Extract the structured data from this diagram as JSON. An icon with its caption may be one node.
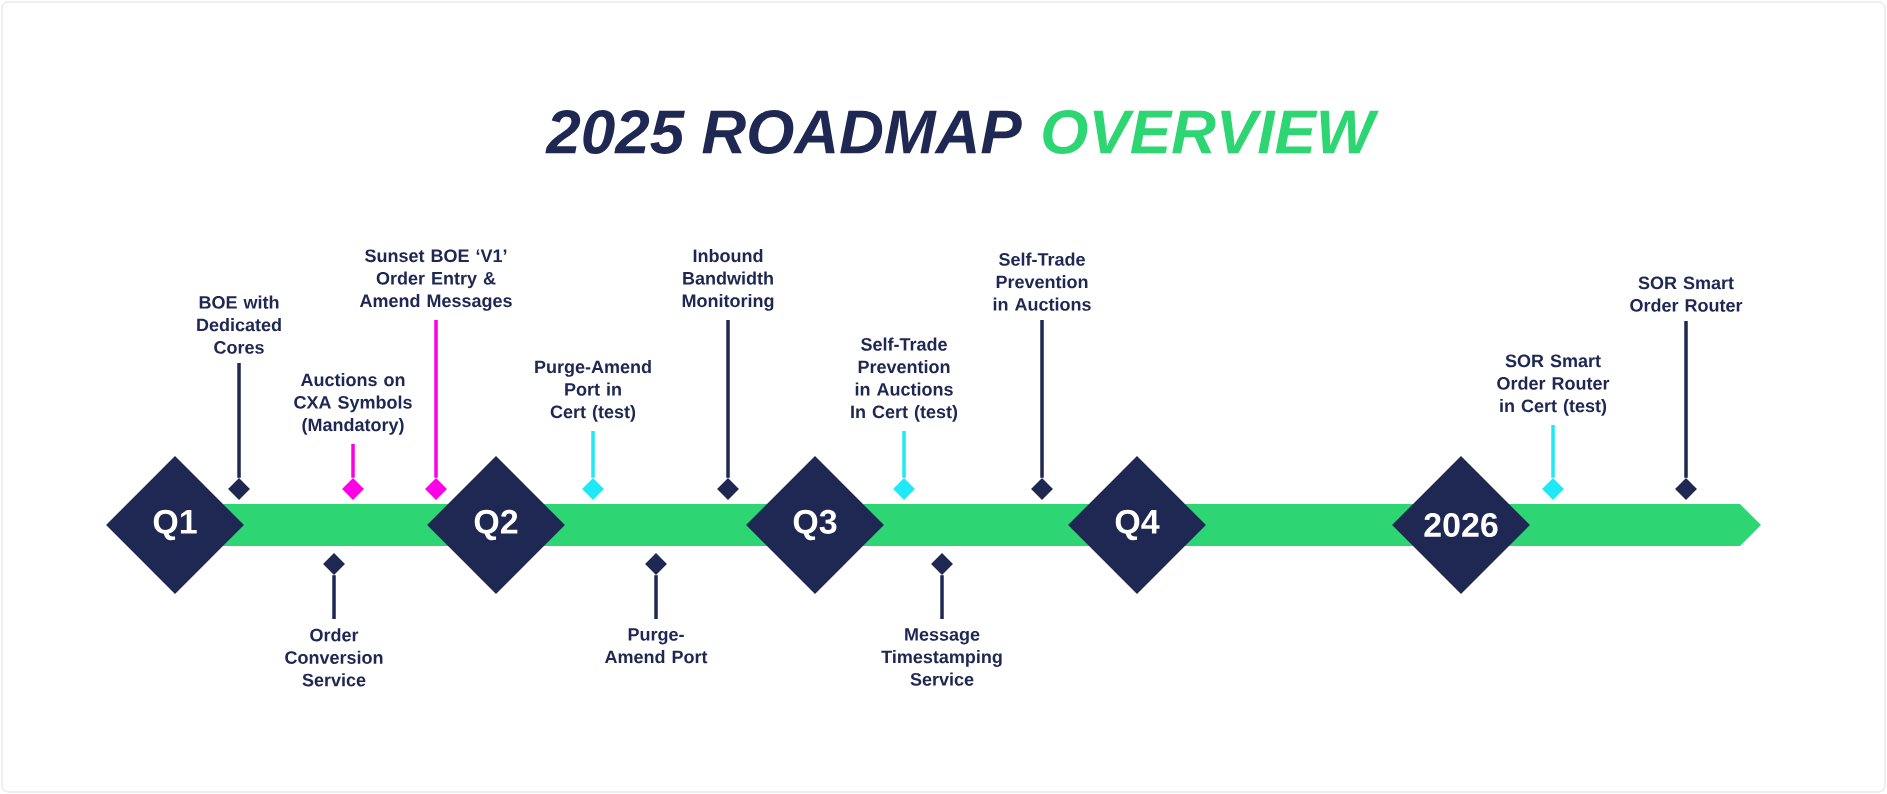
{
  "diagram": {
    "title": "2025 ROADMAP",
    "nodes": [
      {
        "text": [
          "Q1"
        ]
      },
      {
        "text": [
          "Q2"
        ]
      },
      {
        "text": [
          "Q3"
        ]
      },
      {
        "text": [
          "Q4"
        ]
      },
      {
        "text": [
          "2026"
        ]
      },
      {
        "text": [
          "BOE with Dedicated Cores"
        ]
      },
      {
        "text": [
          "Order Conversion Service"
        ]
      },
      {
        "text": [
          "Auctions on CXA Symbols (Mandatory)"
        ]
      },
      {
        "text": [
          "Sunset BOE ‘V1’ Order Entry & Amend Messages"
        ]
      },
      {
        "text": [
          "Purge-Amend Port in Cert (test)"
        ]
      },
      {
        "text": [
          "Purge-Amend Port"
        ]
      },
      {
        "text": [
          "Inbound Bandwidth Monitoring"
        ]
      },
      {
        "text": [
          "Self-Trade Prevention in Auctions In Cert (test)"
        ]
      },
      {
        "text": [
          "Message Timestamping Service"
        ]
      },
      {
        "text": [
          "Self-Trade Prevention in Auctions"
        ]
      },
      {
        "text": [
          "SOR Smart Order Router in Cert (test)"
        ]
      },
      {
        "text": [
          "SOR Smart Order Router"
        ]
      },
      {
        "text": [],
        "shape": "diamond"
      },
      {
        "text": [],
        "shape": "diamond"
      },
      {
        "text": [],
        "shape": "diamond"
      },
      {
        "text": [],
        "shape": "diamond"
      },
      {
        "text": [],
        "shape": "diamond"
      },
      {
        "text": [],
        "shape": "diamond"
      },
      {
        "text": [],
        "shape": "diamond"
      },
      {
        "text": [],
        "shape": "diamond"
      },
      {
        "text": [],
        "shape": "diamond"
      },
      {
        "text": [],
        "shape": "diamond"
      },
      {
        "text": [],
        "shape": "diamond"
      },
      {
        "text": [],
        "shape": "diamond"
      }
    ],
    "edges": [
      {
        "from": 5,
        "to": 17,
        "arrow": "none"
      },
      {
        "from": 6,
        "to": 18,
        "arrow": "none"
      },
      {
        "from": 7,
        "to": 19,
        "arrow": "none",
        "color": "#ff00e6"
      },
      {
        "from": 8,
        "to": 20,
        "arrow": "none",
        "color": "#ff00e6"
      },
      {
        "from": 9,
        "to": 21,
        "arrow": "none",
        "color": "#1fe8f7"
      },
      {
        "from": 10,
        "to": 22,
        "arrow": "none"
      },
      {
        "from": 11,
        "to": 23,
        "arrow": "none"
      },
      {
        "from": 12,
        "to": 24,
        "arrow": "none",
        "color": "#1fe8f7"
      },
      {
        "from": 13,
        "to": 25,
        "arrow": "none"
      },
      {
        "from": 14,
        "to": 26,
        "arrow": "none"
      },
      {
        "from": 15,
        "to": 27,
        "arrow": "none",
        "color": "#1fe8f7"
      },
      {
        "from": 16,
        "to": 28,
        "arrow": "none"
      }
    ],
    "labels": [
      "OVERVIEW"
    ]
  }
}
